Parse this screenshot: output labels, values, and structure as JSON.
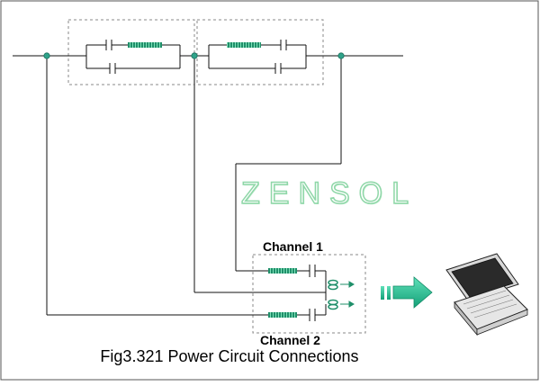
{
  "watermark": "ZENSOL",
  "labels": {
    "channel1": "Channel 1",
    "channel2": "Channel 2"
  },
  "caption": "Fig3.321 Power Circuit Connections",
  "icons": {
    "arrow": "right-arrow-icon",
    "computer": "laptop-icon"
  },
  "colors": {
    "wire": "#111111",
    "node": "#2fa38a",
    "coil": "#1f8f6a",
    "arrow": "#1fbf8f",
    "dashed": "#888888"
  }
}
